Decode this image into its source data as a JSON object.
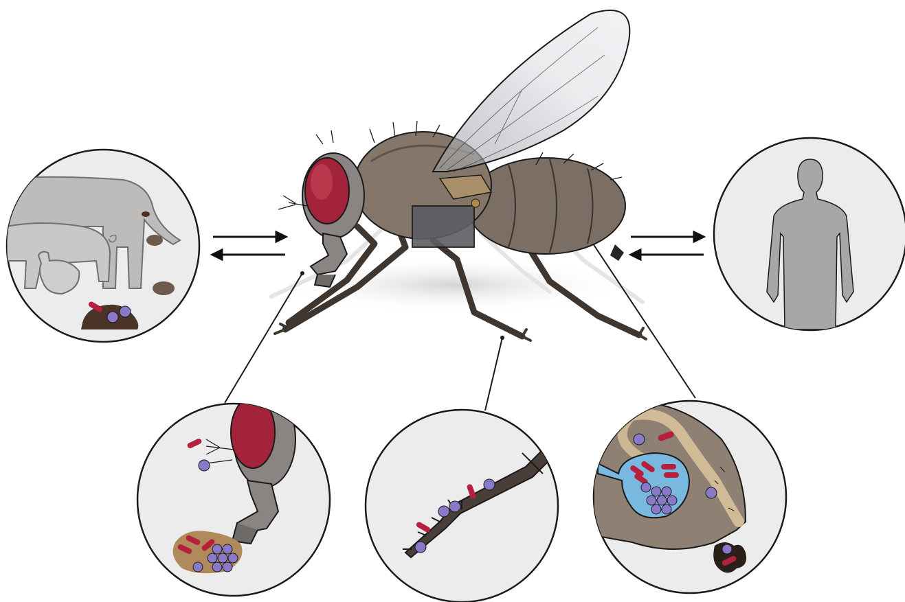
{
  "diagram": {
    "background": "#ffffff",
    "panel_fill": "#ececec",
    "outline": "#1a1a1a",
    "fly_body": "#7b6e64",
    "fly_body_dark": "#5e534b",
    "fly_eye": "#a3243a",
    "fly_legs": "#4a3f38",
    "wing_fill": "#e6e7ea",
    "animal_fill": "#bdbcbb",
    "human_fill": "#a8a7a6",
    "bacterium_rod": "#b5203f",
    "bacterium_coccus": "#8a78c8",
    "crop_fill": "#79b9e0",
    "gut_fill": "#d8c09a",
    "feces_fill": "#4a3428",
    "food_fill": "#b08a5a"
  },
  "panels": [
    {
      "name": "reservoir-animals-panel",
      "icons": [
        "cow-icon",
        "pig-icon",
        "chicken-icon",
        "manure-icon"
      ]
    },
    {
      "name": "human-host-panel",
      "icons": [
        "human-silhouette-icon"
      ]
    },
    {
      "name": "mouthparts-panel",
      "icons": [
        "fly-head-icon",
        "proboscis-icon",
        "food-particle-icon"
      ]
    },
    {
      "name": "leg-tarsus-panel",
      "icons": [
        "fly-leg-icon"
      ]
    },
    {
      "name": "abdomen-gut-panel",
      "icons": [
        "crop-icon",
        "gut-icon",
        "fly-speck-icon"
      ]
    }
  ],
  "arrows": {
    "left_pair": [
      "toward-fly",
      "toward-animals"
    ],
    "right_pair": [
      "toward-human",
      "toward-fly"
    ]
  }
}
